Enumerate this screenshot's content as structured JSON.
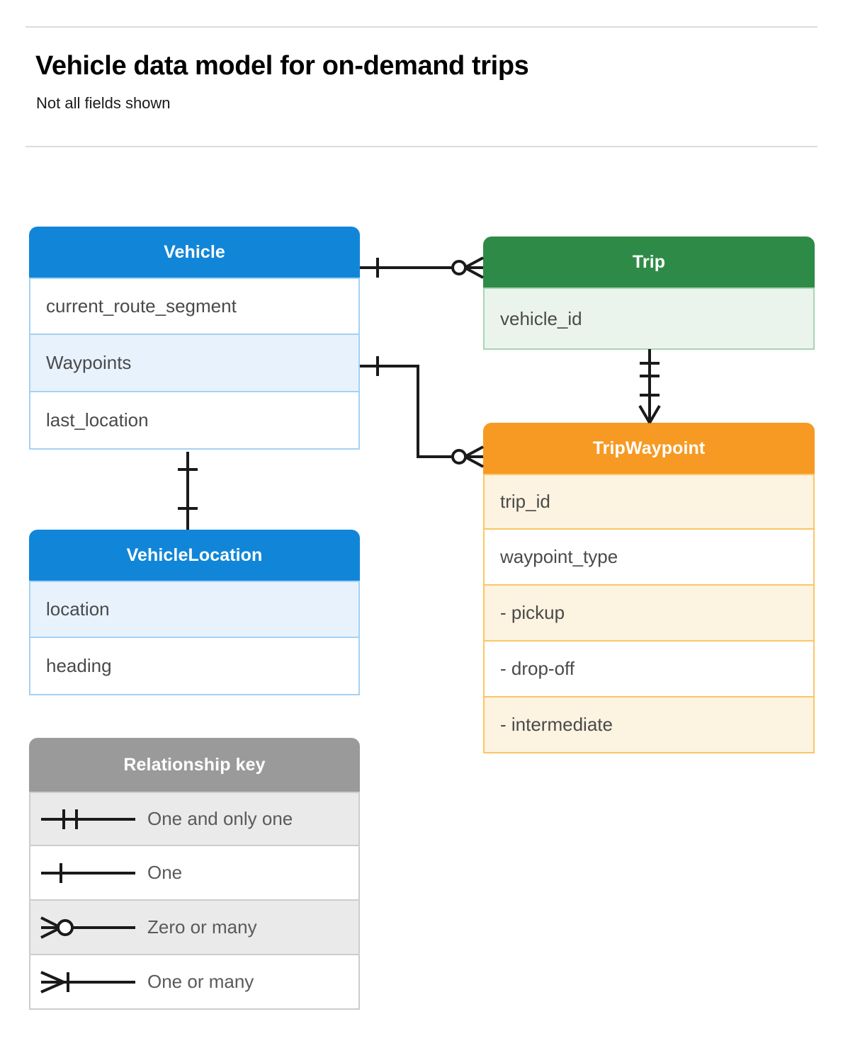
{
  "header": {
    "title": "Vehicle data model for on-demand trips",
    "subtitle": "Not all fields shown"
  },
  "entities": [
    {
      "id": "vehicle",
      "name": "Vehicle",
      "color": "#1186d8",
      "fields": [
        "current_route_segment",
        "Waypoints",
        "last_location"
      ]
    },
    {
      "id": "vehiclelocation",
      "name": "VehicleLocation",
      "color": "#1186d8",
      "fields": [
        "location",
        "heading"
      ]
    },
    {
      "id": "trip",
      "name": "Trip",
      "color": "#2e8b47",
      "fields": [
        "vehicle_id"
      ]
    },
    {
      "id": "tripwaypoint",
      "name": "TripWaypoint",
      "color": "#f79a23",
      "fields": [
        "trip_id",
        "waypoint_type",
        "-  pickup",
        "-  drop-off",
        "-  intermediate"
      ]
    }
  ],
  "legend": {
    "title": "Relationship key",
    "color": "#9a9a9a",
    "rows": [
      {
        "symbol": "one-and-only-one-icon",
        "label": "One and only one"
      },
      {
        "symbol": "one-icon",
        "label": "One"
      },
      {
        "symbol": "zero-or-many-icon",
        "label": "Zero or many"
      },
      {
        "symbol": "one-or-many-icon",
        "label": "One or many"
      }
    ]
  },
  "relationships": [
    {
      "from": "Vehicle",
      "to": "Trip",
      "from_cardinality": "One",
      "to_cardinality": "Zero or many"
    },
    {
      "from": "Vehicle.Waypoints",
      "to": "TripWaypoint",
      "from_cardinality": "One",
      "to_cardinality": "Zero or many"
    },
    {
      "from": "Trip",
      "to": "TripWaypoint",
      "from_cardinality": "One and only one",
      "to_cardinality": "One or many"
    },
    {
      "from": "Vehicle",
      "to": "VehicleLocation",
      "from_cardinality": "One",
      "to_cardinality": "One"
    }
  ]
}
